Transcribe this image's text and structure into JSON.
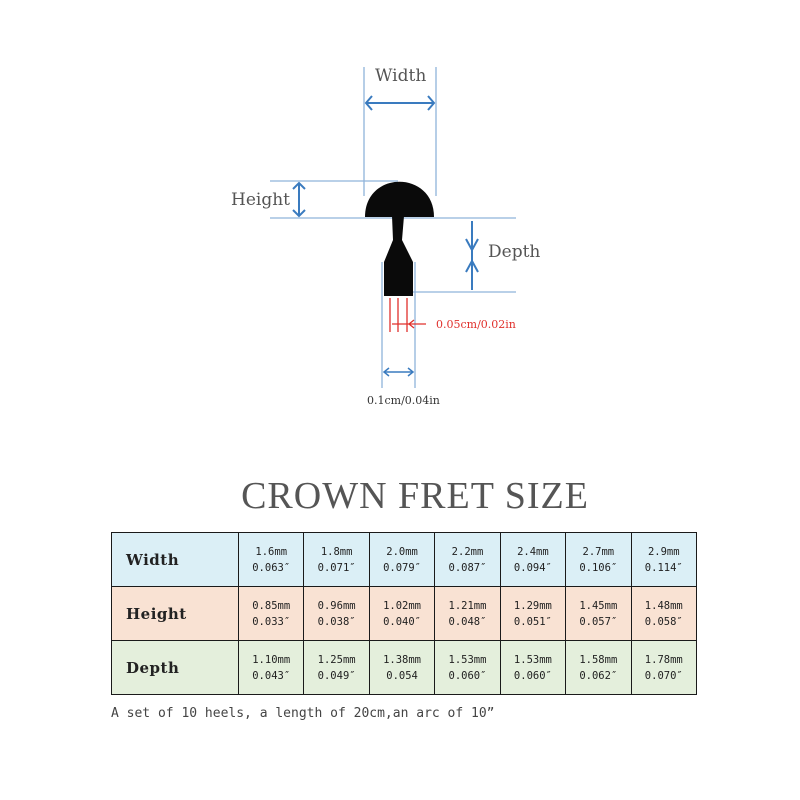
{
  "diagram": {
    "width_label": "Width",
    "height_label": "Height",
    "depth_label": "Depth",
    "tang_label": "0.05cm/0.02in",
    "tang_total_label": "0.1cm/0.04in",
    "dimension_color": "#3a7bbf",
    "highlight_color": "#e0302c"
  },
  "title": "CROWN FRET SIZE",
  "table": {
    "rows": [
      {
        "label": "Width",
        "color": "#dbeff6",
        "cells": [
          {
            "mm": "1.6mm",
            "inch": "0.063″"
          },
          {
            "mm": "1.8mm",
            "inch": "0.071″"
          },
          {
            "mm": "2.0mm",
            "inch": "0.079″"
          },
          {
            "mm": "2.2mm",
            "inch": "0.087″"
          },
          {
            "mm": "2.4mm",
            "inch": "0.094″"
          },
          {
            "mm": "2.7mm",
            "inch": "0.106″"
          },
          {
            "mm": "2.9mm",
            "inch": "0.114″"
          }
        ]
      },
      {
        "label": "Height",
        "color": "#f9e2d3",
        "cells": [
          {
            "mm": "0.85mm",
            "inch": "0.033″"
          },
          {
            "mm": "0.96mm",
            "inch": "0.038″"
          },
          {
            "mm": "1.02mm",
            "inch": "0.040″"
          },
          {
            "mm": "1.21mm",
            "inch": "0.048″"
          },
          {
            "mm": "1.29mm",
            "inch": "0.051″"
          },
          {
            "mm": "1.45mm",
            "inch": "0.057″"
          },
          {
            "mm": "1.48mm",
            "inch": "0.058″"
          }
        ]
      },
      {
        "label": "Depth",
        "color": "#e4efdc",
        "cells": [
          {
            "mm": "1.10mm",
            "inch": "0.043″"
          },
          {
            "mm": "1.25mm",
            "inch": "0.049″"
          },
          {
            "mm": "1.38mm",
            "inch": "0.054"
          },
          {
            "mm": "1.53mm",
            "inch": "0.060″"
          },
          {
            "mm": "1.53mm",
            "inch": "0.060″"
          },
          {
            "mm": "1.58mm",
            "inch": "0.062″"
          },
          {
            "mm": "1.78mm",
            "inch": "0.070″"
          }
        ]
      }
    ]
  },
  "note": "A set  of 10 heels, a length of 20cm,an arc of 10”"
}
